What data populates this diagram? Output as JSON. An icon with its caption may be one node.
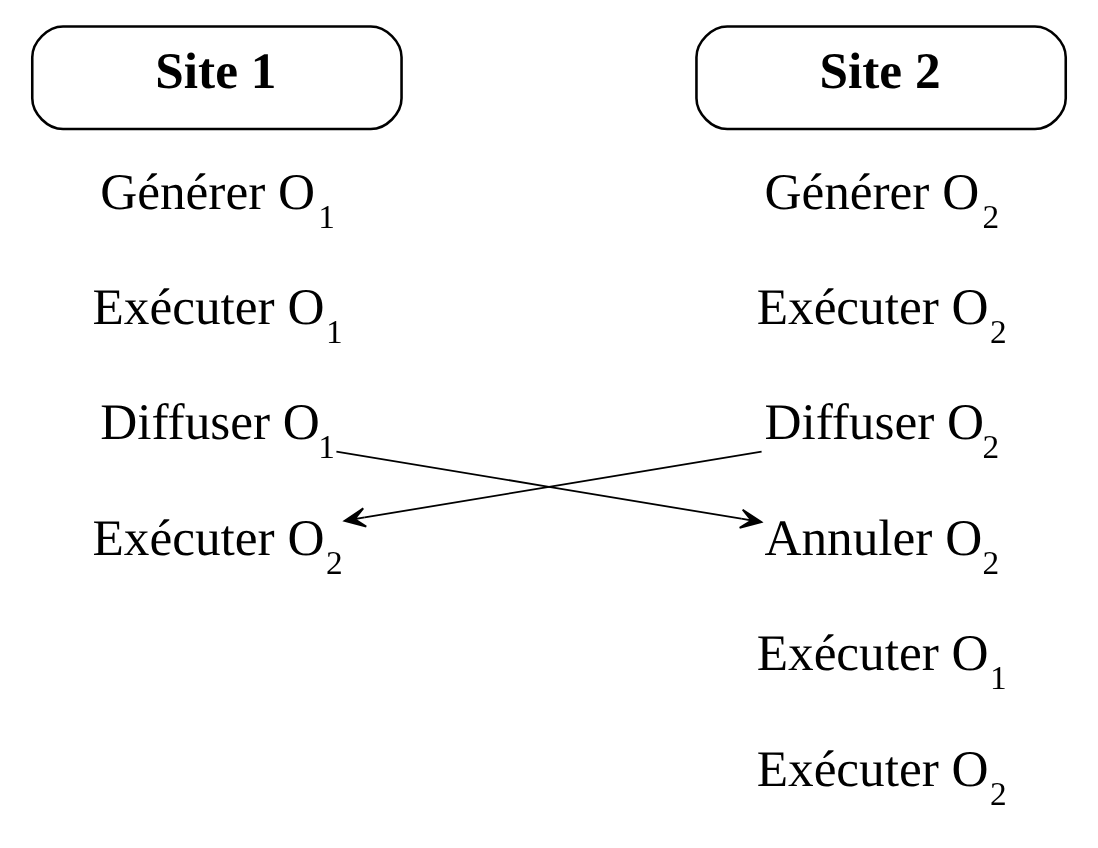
{
  "diagram": {
    "nodes": [
      {
        "text": [
          "Site 1"
        ]
      },
      {
        "text": [
          "Site 2"
        ]
      },
      {
        "text": [
          "Diffuser O$_{1}$"
        ]
      },
      {
        "text": [
          "Diffuser O$_{2}$"
        ]
      },
      {
        "text": [
          "Exécuter O$_{2}$"
        ]
      },
      {
        "text": [
          "Annuler O$_{2}$"
        ]
      }
    ],
    "edges": [
      {
        "from": 2,
        "to": 5,
        "arrow": "to"
      },
      {
        "from": 3,
        "to": 4,
        "arrow": "to"
      }
    ],
    "labels": [
      "Générer O$_{1}$",
      "Générer O$_{2}$",
      "Exécuter O$_{1}$",
      "Exécuter O$_{2}$",
      "Exécuter O$_{1}$",
      "Exécuter O$_{2}$"
    ]
  }
}
